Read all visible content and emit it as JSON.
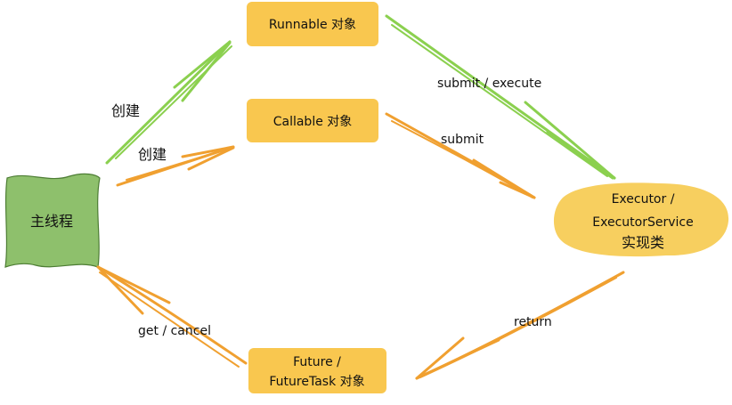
{
  "colors": {
    "green_node": "#8ec06c",
    "green_stroke": "#4d7d34",
    "orange_box": "#f9c74f",
    "yellow_blob": "#f7cf5f",
    "green_arrow": "#8bd04f",
    "orange_arrow": "#f0a030"
  },
  "nodes": {
    "main_thread": "主线程",
    "runnable": "Runnable 对象",
    "callable": "Callable 对象",
    "future_line1": "Future /",
    "future_line2": "FutureTask 对象",
    "executor_line1": "Executor /",
    "executor_line2": "ExecutorService",
    "executor_line3": "实现类"
  },
  "edges": {
    "create_runnable": "创建",
    "create_callable": "创建",
    "submit_execute": "submit / execute",
    "submit": "submit",
    "return": "return",
    "get_cancel": "get / cancel"
  }
}
